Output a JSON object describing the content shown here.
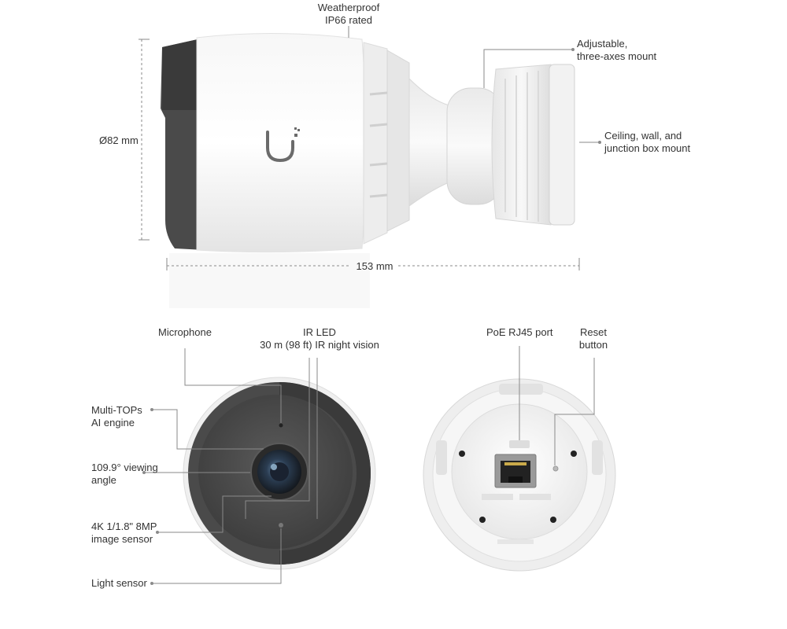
{
  "labels": {
    "weatherproof": [
      "Weatherproof",
      "IP66 rated"
    ],
    "adjustable_mount": [
      "Adjustable,",
      "three-axes mount"
    ],
    "ceiling_mount": [
      "Ceiling, wall, and",
      "junction box mount"
    ],
    "diameter": "Ø82 mm",
    "length": "153 mm",
    "microphone": "Microphone",
    "ir_led": [
      "IR LED",
      "30 m (98 ft) IR night vision"
    ],
    "poe_port": "PoE RJ45 port",
    "reset_button": [
      "Reset",
      "button"
    ],
    "ai_engine": [
      "Multi-TOPs",
      "AI engine"
    ],
    "viewing_angle": [
      "109.9° viewing",
      "angle"
    ],
    "image_sensor": [
      "4K 1/1.8\" 8MP",
      "image sensor"
    ],
    "light_sensor": "Light sensor"
  },
  "colors": {
    "body_white": "#f4f4f4",
    "shell_dark": "#4a4a4a",
    "leader_line": "#8a8a8a",
    "logo": "#6b6b6b"
  }
}
